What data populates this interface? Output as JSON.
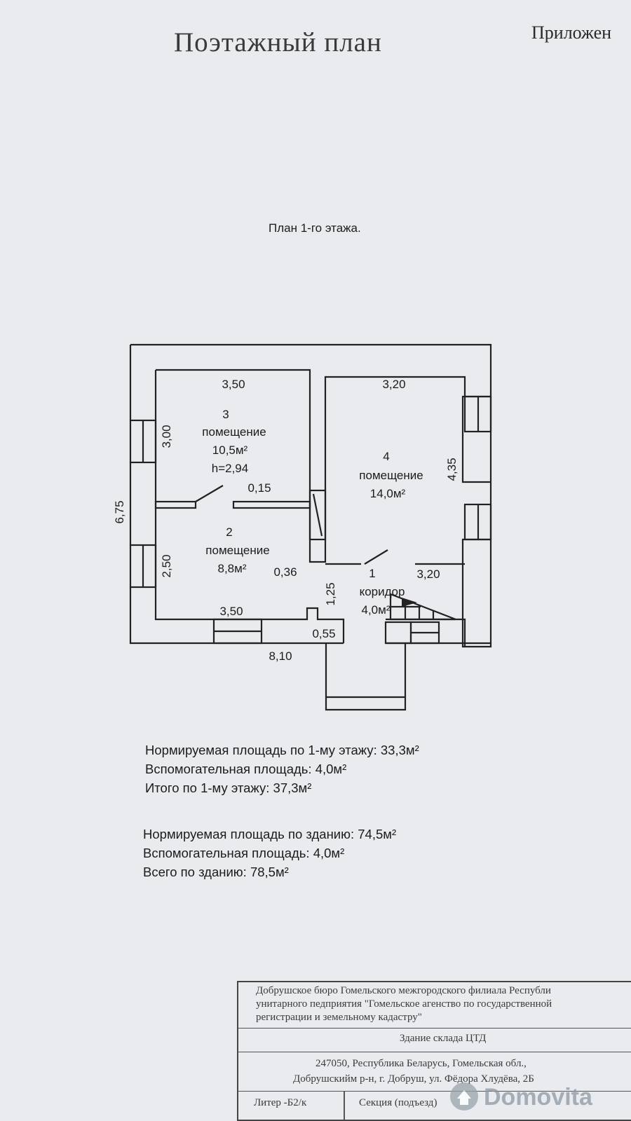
{
  "header": {
    "title": "Поэтажный план",
    "appendix": "Приложен"
  },
  "floor_title": "План 1-го этажа.",
  "plan": {
    "overall_height": "6,75",
    "overall_width": "8,10",
    "rooms": [
      {
        "number": "3",
        "name": "помещение",
        "area": "10,5м²",
        "height": "h=2,94",
        "width": "3,50",
        "depth": "3,00"
      },
      {
        "number": "4",
        "name": "помещение",
        "area": "14,0м²",
        "width": "3,20",
        "depth": "4,35"
      },
      {
        "number": "2",
        "name": "помещение",
        "area": "8,8м²",
        "width": "3,50",
        "depth": "2,50"
      },
      {
        "number": "1",
        "name": "коридор",
        "area": "4,0м²",
        "width": "3,20",
        "depth": "1,25"
      }
    ],
    "dims": {
      "partition": "0,15",
      "door_offset": "0,36",
      "porch": "0,55"
    }
  },
  "totals_floor": [
    "Нормируемая площадь по 1-му этажу: 33,3м²",
    "Вспомогательная площадь: 4,0м²",
    "Итого по 1-му этажу: 37,3м²"
  ],
  "totals_building": [
    "Нормируемая площадь по зданию: 74,5м²",
    "Вспомогательная площадь: 4,0м²",
    "Всего по зданию: 78,5м²"
  ],
  "stamp": {
    "org_lines": [
      "Добрушское бюро Гомельского межгородского филиала Республи",
      "унитарного педприятия \"Гомельское агенство по государственной",
      "регистрации и земельному кадастру\""
    ],
    "building": "Здание склада ЦТД",
    "address_lines": [
      "247050, Республика Беларусь, Гомельская обл.,",
      "Добрушскийм р-н, г. Добруш, ул. Фёдора Хлудёва, 2Б"
    ],
    "liter": "Литер -Б2/к",
    "section": "Секция (подъезд)"
  },
  "watermark": "Domovita"
}
